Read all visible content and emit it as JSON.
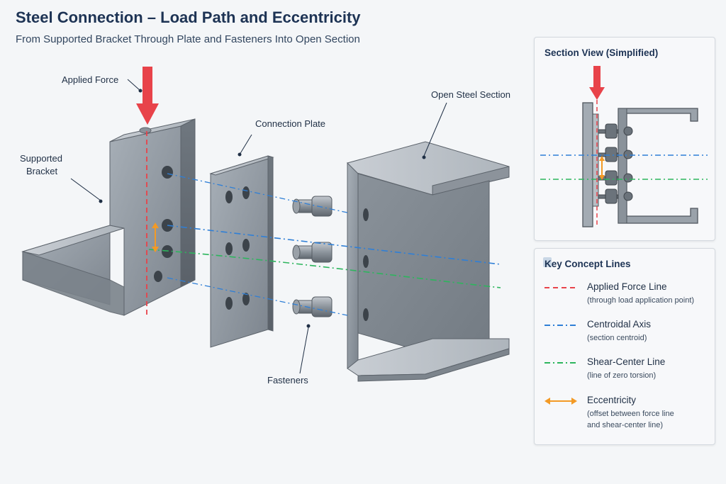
{
  "header": {
    "title": "Steel Connection – Load Path and Eccentricity",
    "subtitle": "From Supported Bracket Through Plate and Fasteners Into Open Section"
  },
  "callouts": {
    "applied_force": "Applied Force",
    "supported_bracket_line1": "Supported",
    "supported_bracket_line2": "Bracket",
    "connection_plate": "Connection Plate",
    "open_steel_section": "Open Steel Section",
    "fasteners": "Fasteners"
  },
  "section_view": {
    "title": "Section View (Simplified)"
  },
  "legend": {
    "title": "Key Concept Lines",
    "items": [
      {
        "label": "Applied Force Line",
        "note": "(through load application point)",
        "note2": "",
        "color": "#e8434a",
        "icon": "dashed-line-icon"
      },
      {
        "label": "Centroidal Axis",
        "note": "(section centroid)",
        "note2": "",
        "color": "#2f7fd6",
        "icon": "dash-dot-line-icon"
      },
      {
        "label": "Shear-Center Line",
        "note": "(line of zero torsion)",
        "note2": "",
        "color": "#2db55d",
        "icon": "dash-dot-line-icon"
      },
      {
        "label": "Eccentricity",
        "note": "(offset between force line",
        "note2": "and shear-center line)",
        "color": "#f39a25",
        "icon": "double-arrow-icon"
      }
    ]
  },
  "colors": {
    "force": "#e8434a",
    "centroid": "#2f7fd6",
    "shear": "#2db55d",
    "eccentricity": "#f39a25",
    "steel": "#8f979f"
  }
}
